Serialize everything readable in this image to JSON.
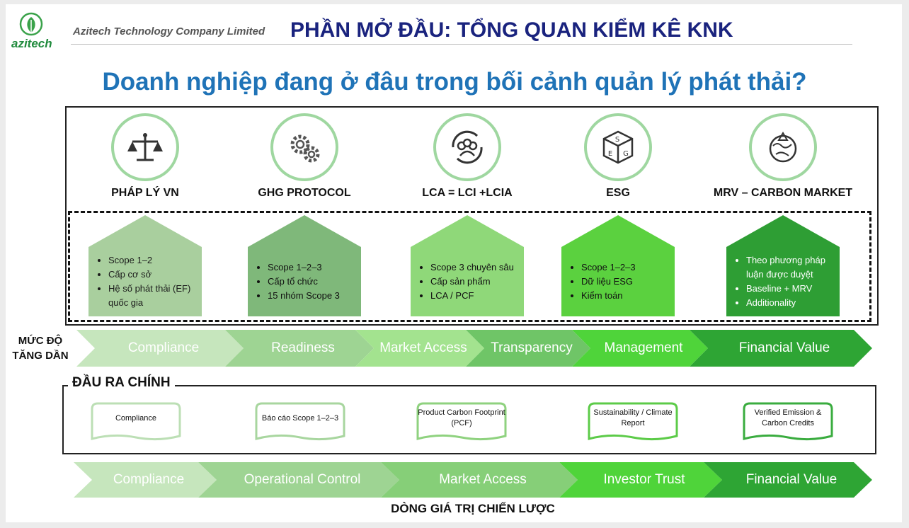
{
  "header": {
    "logo_text": "azitech",
    "company": "Azitech Technology Company Limited",
    "title": "PHẦN MỞ ĐẦU: TỔNG QUAN KIỂM KÊ KNK"
  },
  "question": "Doanh nghiệp đang ở đâu trong bối cảnh quản lý phát thải?",
  "frameworks": [
    {
      "label": "PHÁP LÝ VN",
      "icon": "scales-icon",
      "bullets": [
        "Scope 1–2",
        "Cấp cơ sở",
        "Hệ số phát thải (EF) quốc gia"
      ],
      "color": "#a9cf9e",
      "text_color": "#1b1b1b"
    },
    {
      "label": "GHG PROTOCOL",
      "icon": "gears-icon",
      "bullets": [
        "Scope 1–2–3",
        "Cấp tổ chức",
        "15 nhóm Scope 3"
      ],
      "color": "#7fb87a",
      "text_color": "#111111"
    },
    {
      "label": "LCA = LCI +LCIA",
      "icon": "people-cycle-icon",
      "bullets": [
        "Scope 3 chuyên sâu",
        "Cấp sản phẩm",
        "LCA / PCF"
      ],
      "color": "#8fd879",
      "text_color": "#111111"
    },
    {
      "label": "ESG",
      "icon": "esg-cube-icon",
      "bullets": [
        "Scope 1–2–3",
        "Dữ liệu ESG",
        "Kiểm toán"
      ],
      "color": "#5bd13f",
      "text_color": "#111111"
    },
    {
      "label": "MRV – CARBON MARKET",
      "icon": "earth-landscape-icon",
      "bullets": [
        "Theo phương pháp luận được duyệt",
        "Baseline + MRV",
        "Additionality"
      ],
      "color": "#2e9e34",
      "text_color": "#ffffff"
    }
  ],
  "maturity": {
    "label_line1": "MỨC ĐỘ",
    "label_line2": "TĂNG DẦN",
    "stages": [
      {
        "label": "Compliance",
        "color": "#c6e6bd"
      },
      {
        "label": "Readiness",
        "color": "#9ed493"
      },
      {
        "label": "Market Access",
        "color": "#a3e38f"
      },
      {
        "label": "Transparency",
        "color": "#6fc567"
      },
      {
        "label": "Management",
        "color": "#4fd43a"
      },
      {
        "label": "Financial Value",
        "color": "#2ea534"
      }
    ]
  },
  "outputs": {
    "title": "ĐẦU RA CHÍNH",
    "items": [
      "Compliance",
      "Báo cáo Scope 1–2–3",
      "Product Carbon Footprint (PCF)",
      "Sustainability / Climate Report",
      "Verified Emission & Carbon Credits"
    ],
    "border_colors": [
      "#bcdfb5",
      "#a8d69f",
      "#8fd27f",
      "#5ccb48",
      "#3aac3f"
    ]
  },
  "value_chain": {
    "stages": [
      {
        "label": "Compliance",
        "color": "#c6e6bd"
      },
      {
        "label": "Operational Control",
        "color": "#9ed493"
      },
      {
        "label": "Market Access",
        "color": "#86cf78"
      },
      {
        "label": "Investor Trust",
        "color": "#4fd43a"
      },
      {
        "label": "Financial Value",
        "color": "#2ea534"
      }
    ],
    "footer": "DÒNG GIÁ TRỊ CHIẾN LƯỢC"
  }
}
